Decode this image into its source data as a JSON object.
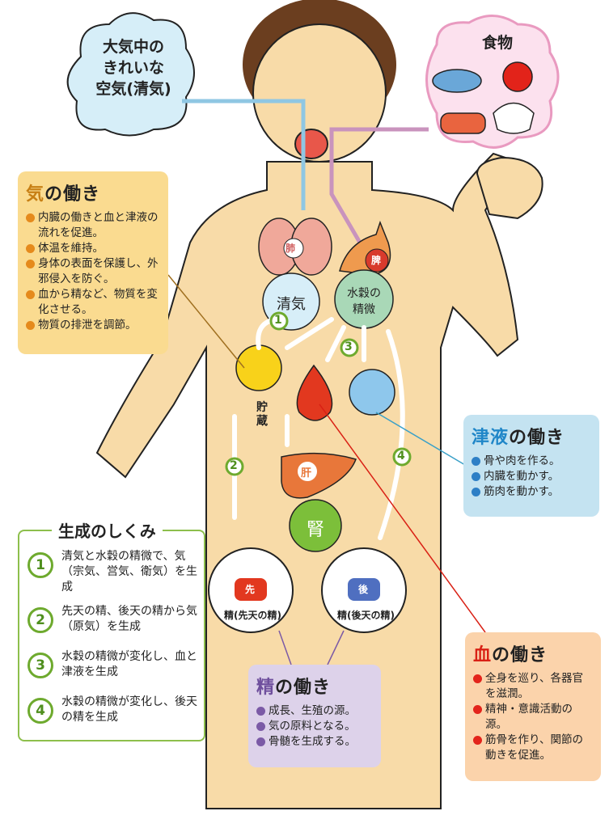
{
  "clouds": {
    "air": {
      "line1": "大気中の",
      "line2": "きれいな",
      "line3": "空気(清気)"
    },
    "food": {
      "title": "食物"
    }
  },
  "organs": {
    "lung": "肺",
    "spleen": "脾",
    "seiki": "清気",
    "suikoku_line1": "水穀の",
    "suikoku_line2": "精微",
    "storage": "貯蔵",
    "liver": "肝",
    "kidney": "腎",
    "prenatal_badge": "先",
    "postnatal_badge": "後",
    "prenatal_label": "精(先天の精)",
    "postnatal_label": "精(後天の精)"
  },
  "markers": [
    "1",
    "2",
    "3",
    "4"
  ],
  "ki_box": {
    "accent": "気",
    "title_rest": "の働き",
    "items": [
      "内臓の働きと血と津液の流れを促進。",
      "体温を維持。",
      "身体の表面を保護し、外邪侵入を防ぐ。",
      "血から精など、物質を変化させる。",
      "物質の排泄を調節。"
    ]
  },
  "shineki_box": {
    "accent": "津液",
    "title_rest": "の働き",
    "items": [
      "骨や肉を作る。",
      "内臓を動かす。",
      "筋肉を動かす。"
    ]
  },
  "ketsu_box": {
    "accent": "血",
    "title_rest": "の働き",
    "items": [
      "全身を巡り、各器官を滋潤。",
      "精神・意識活動の源。",
      "筋骨を作り、関節の動きを促進。"
    ]
  },
  "sei_box": {
    "accent": "精",
    "title_rest": "の働き",
    "items": [
      "成長、生殖の源。",
      "気の原料となる。",
      "骨髄を生成する。"
    ]
  },
  "generation": {
    "title": "生成のしくみ",
    "steps": [
      {
        "num": "1",
        "text": "清気と水穀の精微で、気（宗気、営気、衛気）を生成"
      },
      {
        "num": "2",
        "text": "先天の精、後天の精から気（原気）を生成"
      },
      {
        "num": "3",
        "text": "水穀の精微が変化し、血と津液を生成"
      },
      {
        "num": "4",
        "text": "水穀の精微が変化し、後天の精を生成"
      }
    ]
  },
  "colors": {
    "skin": "#f8dba8",
    "ki": "#e58a1c",
    "blood": "#e3241b",
    "fluid": "#2d7fc6",
    "essence": "#7b5aa6",
    "green": "#6eaa2e"
  }
}
